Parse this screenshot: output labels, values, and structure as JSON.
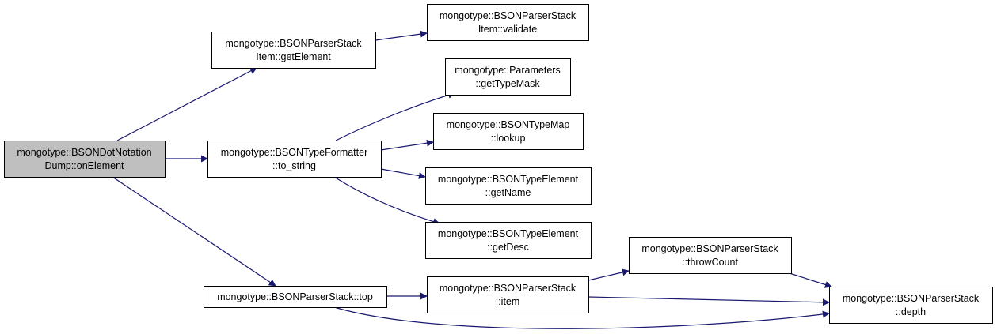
{
  "colors": {
    "edge": "#191970",
    "root_fill": "#bfbfbf",
    "node_fill": "#ffffff",
    "node_stroke": "#000000"
  },
  "nodes": [
    {
      "id": "root",
      "lines": [
        "mongotype::BSONDotNotation",
        "Dump::onElement"
      ],
      "root": true
    },
    {
      "id": "getElement",
      "lines": [
        "mongotype::BSONParserStack",
        "Item::getElement"
      ]
    },
    {
      "id": "validate",
      "lines": [
        "mongotype::BSONParserStack",
        "Item::validate"
      ]
    },
    {
      "id": "to_string",
      "lines": [
        "mongotype::BSONTypeFormatter",
        "::to_string"
      ]
    },
    {
      "id": "getTypeMask",
      "lines": [
        "mongotype::Parameters",
        "::getTypeMask"
      ]
    },
    {
      "id": "lookup",
      "lines": [
        "mongotype::BSONTypeMap",
        "::lookup"
      ]
    },
    {
      "id": "getName",
      "lines": [
        "mongotype::BSONTypeElement",
        "::getName"
      ]
    },
    {
      "id": "getDesc",
      "lines": [
        "mongotype::BSONTypeElement",
        "::getDesc"
      ]
    },
    {
      "id": "top",
      "lines": [
        "mongotype::BSONParserStack::top"
      ]
    },
    {
      "id": "item",
      "lines": [
        "mongotype::BSONParserStack",
        "::item"
      ]
    },
    {
      "id": "throwCount",
      "lines": [
        "mongotype::BSONParserStack",
        "::throwCount"
      ]
    },
    {
      "id": "depth",
      "lines": [
        "mongotype::BSONParserStack",
        "::depth"
      ]
    }
  ],
  "edges": [
    {
      "from": "root",
      "to": "getElement"
    },
    {
      "from": "root",
      "to": "to_string"
    },
    {
      "from": "root",
      "to": "top"
    },
    {
      "from": "getElement",
      "to": "validate"
    },
    {
      "from": "to_string",
      "to": "getTypeMask"
    },
    {
      "from": "to_string",
      "to": "lookup"
    },
    {
      "from": "to_string",
      "to": "getName"
    },
    {
      "from": "to_string",
      "to": "getDesc"
    },
    {
      "from": "top",
      "to": "item"
    },
    {
      "from": "top",
      "to": "depth"
    },
    {
      "from": "item",
      "to": "throwCount"
    },
    {
      "from": "item",
      "to": "depth"
    },
    {
      "from": "throwCount",
      "to": "depth"
    }
  ]
}
